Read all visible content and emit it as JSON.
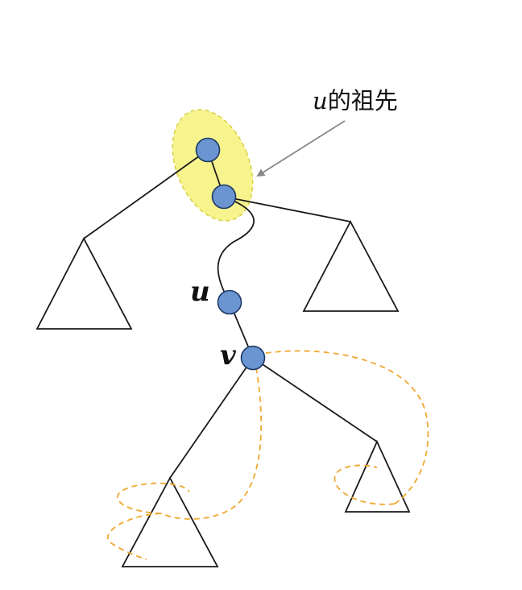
{
  "annotation": {
    "variable": "u",
    "text": "的祖先"
  },
  "nodes": {
    "u_label": "u",
    "v_label": "v"
  },
  "colors": {
    "node_fill": "#6b95d1",
    "node_stroke": "#1f3a66",
    "highlight_fill": "#f6f27a",
    "highlight_stroke": "#d8d040",
    "dashed_path": "#f0a830",
    "edge": "#1a1a1a",
    "arrow": "#888888"
  }
}
